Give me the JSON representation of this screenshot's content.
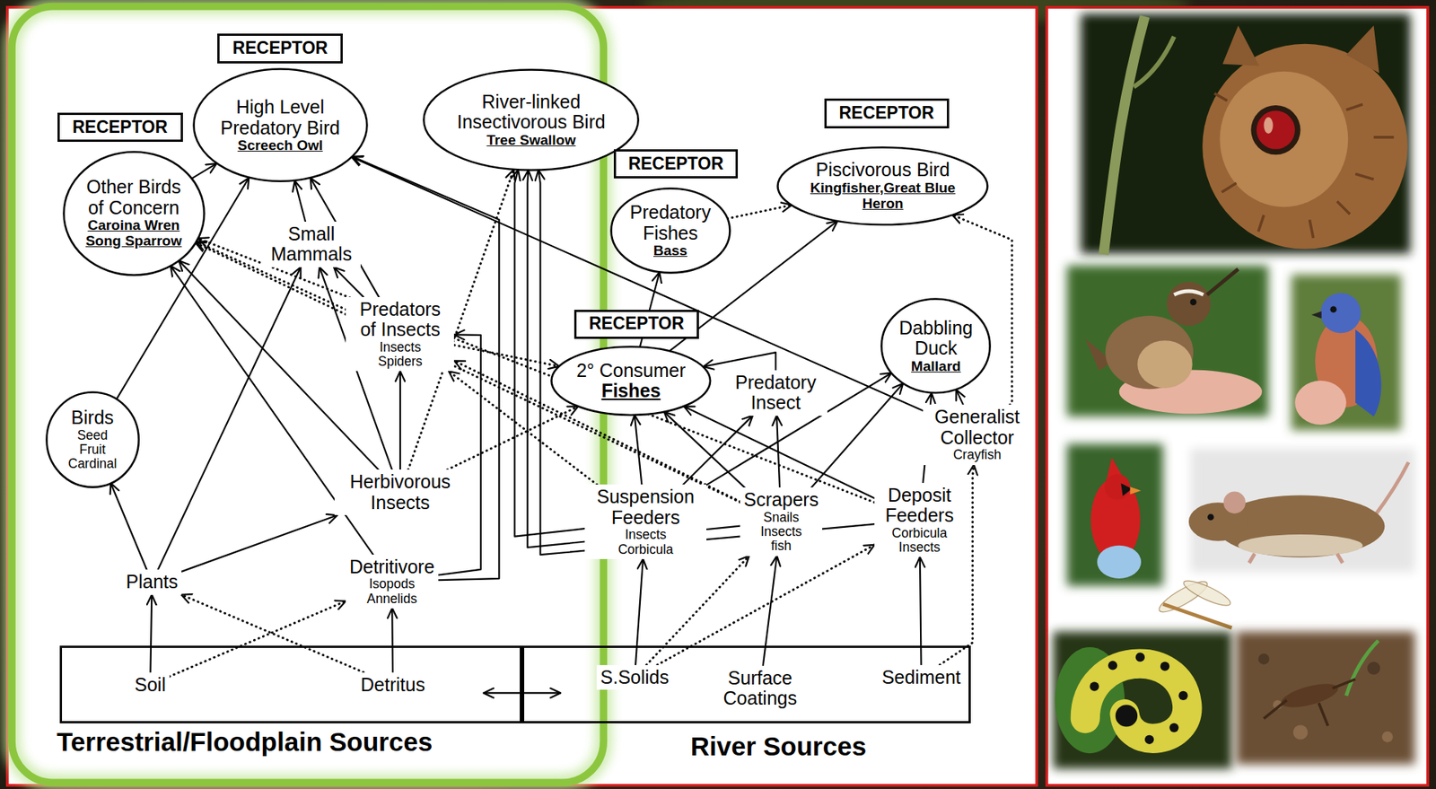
{
  "diagram": {
    "nodes": [
      {
        "text": [
          "RECEPTOR"
        ]
      },
      {
        "text": [
          "RECEPTOR"
        ]
      },
      {
        "text": [
          "High Level Predatory Bird",
          "Screech Owl"
        ]
      },
      {
        "text": [
          "Other Birds of Concern",
          "Caroina Wren",
          "Song Sparrow"
        ]
      },
      {
        "text": [
          "River-linked Insectivorous Bird",
          "Tree Swallow"
        ]
      },
      {
        "text": [
          "RECEPTOR"
        ]
      },
      {
        "text": [
          "Predatory Fishes",
          "Bass"
        ]
      },
      {
        "text": [
          "RECEPTOR"
        ]
      },
      {
        "text": [
          "Piscivorous Bird",
          "Kingfisher,Great Blue Heron"
        ]
      },
      {
        "text": [
          "Small Mammals"
        ]
      },
      {
        "text": [
          "Predators of Insects",
          "Insects Spiders"
        ]
      },
      {
        "text": [
          "RECEPTOR"
        ]
      },
      {
        "text": [
          "2° Consumer",
          "Fishes"
        ]
      },
      {
        "text": [
          "Predatory Insect"
        ]
      },
      {
        "text": [
          "Dabbling Duck",
          "Mallard"
        ]
      },
      {
        "text": [
          "Generalist Collector",
          "Crayfish"
        ]
      },
      {
        "text": [
          "Birds",
          "Seed Fruit Cardinal"
        ]
      },
      {
        "text": [
          "Herbivorous Insects"
        ]
      },
      {
        "text": [
          "Plants"
        ]
      },
      {
        "text": [
          "Detritivore",
          "Isopods Annelids"
        ]
      },
      {
        "text": [
          "Suspension Feeders",
          "Insects Corbicula"
        ]
      },
      {
        "text": [
          "Scrapers",
          "Snails Insects fish"
        ]
      },
      {
        "text": [
          "Deposit Feeders",
          "Corbicula Insects"
        ]
      },
      {
        "text": [
          "Terrestrial/Floodplain Sources"
        ]
      },
      {
        "text": [
          "Soil"
        ],
        "in": 23
      },
      {
        "text": [
          "Detritus"
        ],
        "in": 23
      },
      {
        "text": [
          "River Sources"
        ]
      },
      {
        "text": [
          "S.Solids"
        ],
        "in": 26
      },
      {
        "text": [
          "Surface Coatings"
        ],
        "in": 26
      },
      {
        "text": [
          "Sediment"
        ],
        "in": 26
      }
    ],
    "edges": [
      {
        "from": 24,
        "to": 18,
        "arrow": "to"
      },
      {
        "from": 24,
        "to": 19,
        "arrow": "to"
      },
      {
        "from": 25,
        "to": 18,
        "arrow": "to"
      },
      {
        "from": 25,
        "to": 19,
        "arrow": "to"
      },
      {
        "from": 23,
        "to": 26,
        "arrow": "both"
      },
      {
        "from": 18,
        "to": 16,
        "arrow": "to"
      },
      {
        "from": 18,
        "to": 17,
        "arrow": "to"
      },
      {
        "from": 18,
        "to": 9,
        "arrow": "to"
      },
      {
        "from": 16,
        "to": 2,
        "arrow": "to"
      },
      {
        "from": 3,
        "to": 2,
        "arrow": "to"
      },
      {
        "from": 9,
        "to": 2,
        "arrow": "to"
      },
      {
        "from": 10,
        "to": 2,
        "arrow": "to"
      },
      {
        "from": 10,
        "to": 9,
        "arrow": "to"
      },
      {
        "from": 17,
        "to": 9,
        "arrow": "to"
      },
      {
        "from": 17,
        "to": 10,
        "arrow": "to"
      },
      {
        "from": 17,
        "to": 3,
        "arrow": "to"
      },
      {
        "from": 19,
        "to": 3,
        "arrow": "to"
      },
      {
        "from": 19,
        "to": 10,
        "arrow": "to"
      },
      {
        "from": 19,
        "to": 2,
        "arrow": "to"
      },
      {
        "from": 17,
        "to": 4,
        "arrow": "to"
      },
      {
        "from": 20,
        "to": 4,
        "arrow": "to"
      },
      {
        "from": 21,
        "to": 4,
        "arrow": "to"
      },
      {
        "from": 22,
        "to": 4,
        "arrow": "to"
      },
      {
        "from": 20,
        "to": 10,
        "arrow": "to"
      },
      {
        "from": 21,
        "to": 3,
        "arrow": "to"
      },
      {
        "from": 22,
        "to": 3,
        "arrow": "to"
      },
      {
        "from": 15,
        "to": 2,
        "arrow": "to"
      },
      {
        "from": 6,
        "to": 8,
        "arrow": "to"
      },
      {
        "from": 12,
        "to": 6,
        "arrow": "to"
      },
      {
        "from": 12,
        "to": 8,
        "arrow": "to"
      },
      {
        "from": 15,
        "to": 8,
        "arrow": "to"
      },
      {
        "from": 13,
        "to": 12,
        "arrow": "to"
      },
      {
        "from": 20,
        "to": 12,
        "arrow": "to"
      },
      {
        "from": 21,
        "to": 12,
        "arrow": "to"
      },
      {
        "from": 22,
        "to": 12,
        "arrow": "to"
      },
      {
        "from": 20,
        "to": 13,
        "arrow": "to"
      },
      {
        "from": 21,
        "to": 13,
        "arrow": "to"
      },
      {
        "from": 20,
        "to": 14,
        "arrow": "to"
      },
      {
        "from": 21,
        "to": 14,
        "arrow": "to"
      },
      {
        "from": 22,
        "to": 14,
        "arrow": "to"
      },
      {
        "from": 15,
        "to": 14,
        "arrow": "to"
      },
      {
        "from": 27,
        "to": 20,
        "arrow": "to"
      },
      {
        "from": 28,
        "to": 21,
        "arrow": "to"
      },
      {
        "from": 29,
        "to": 22,
        "arrow": "to"
      },
      {
        "from": 27,
        "to": 21,
        "arrow": "to"
      },
      {
        "from": 27,
        "to": 22,
        "arrow": "to"
      },
      {
        "from": 29,
        "to": 15,
        "arrow": "to"
      },
      {
        "from": 10,
        "to": 12,
        "arrow": "to"
      },
      {
        "from": 10,
        "to": 3,
        "arrow": "to"
      },
      {
        "from": 17,
        "to": 12,
        "arrow": "to"
      },
      {
        "from": 21,
        "to": 10,
        "arrow": "to"
      }
    ]
  }
}
